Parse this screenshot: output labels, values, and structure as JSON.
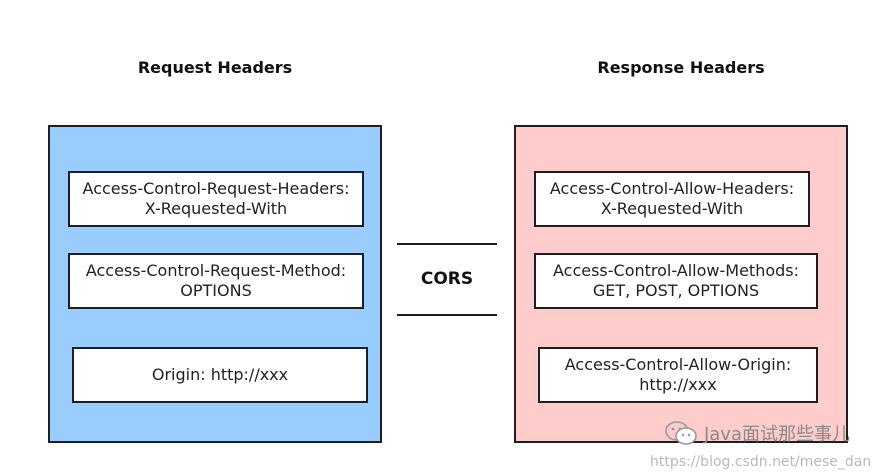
{
  "request": {
    "title": "Request Headers",
    "headers": [
      {
        "name": "Access-Control-Request-Headers:",
        "value": "X-Requested-With"
      },
      {
        "name": "Access-Control-Request-Method:",
        "value": "OPTIONS"
      },
      {
        "name": "Origin: http://xxx"
      }
    ],
    "color": "#99ccff"
  },
  "response": {
    "title": "Response Headers",
    "headers": [
      {
        "name": "Access-Control-Allow-Headers:",
        "value": "X-Requested-With"
      },
      {
        "name": "Access-Control-Allow-Methods:",
        "value": "GET, POST, OPTIONS"
      },
      {
        "name": "Access-Control-Allow-Origin:",
        "value": "http://xxx"
      }
    ],
    "color": "#ffcccc"
  },
  "center_label": "CORS",
  "watermark": {
    "account": "Java面试那些事儿",
    "url": "https://blog.csdn.net/mese_dan",
    "icon": "wechat-icon"
  }
}
